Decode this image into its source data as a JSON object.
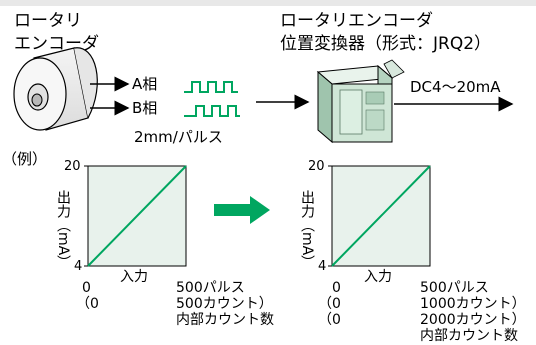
{
  "encoder_label": [
    "ロータリ",
    "エンコーダ"
  ],
  "converter_label": [
    "ロータリエンコーダ",
    "位置変換器（形式：JRQ2）"
  ],
  "phase_a": "A相",
  "phase_b": "B相",
  "pulse_unit": "2mm/パルス",
  "output_signal": "DC4～20mA",
  "example_label": "（例）",
  "chart_data": [
    {
      "type": "line",
      "ylabel": "出力（mA）",
      "xlabel": "入力",
      "ylim": [
        4,
        20
      ],
      "series": [
        {
          "x": [
            0,
            500
          ],
          "y": [
            4,
            20
          ]
        }
      ],
      "x_labels": [
        [
          "0",
          "500パルス"
        ],
        [
          "（0",
          "500カウント）"
        ],
        [
          "",
          "内部カウント数"
        ]
      ],
      "colors": {
        "line": "#00a660"
      }
    },
    {
      "type": "line",
      "ylabel": "出力（mA）",
      "xlabel": "入力",
      "ylim": [
        4,
        20
      ],
      "series": [
        {
          "x": [
            0,
            500
          ],
          "y": [
            4,
            20
          ]
        }
      ],
      "x_labels": [
        [
          "0",
          "500パルス"
        ],
        [
          "（0",
          "1000カウント）"
        ],
        [
          "（0",
          "2000カウント）"
        ],
        [
          "",
          "内部カウント数"
        ]
      ],
      "colors": {
        "line": "#00a660"
      }
    }
  ],
  "colors": {
    "green": "#00a660",
    "box_fill": "#e8f2ec",
    "device_body": "#cfe6d6"
  }
}
